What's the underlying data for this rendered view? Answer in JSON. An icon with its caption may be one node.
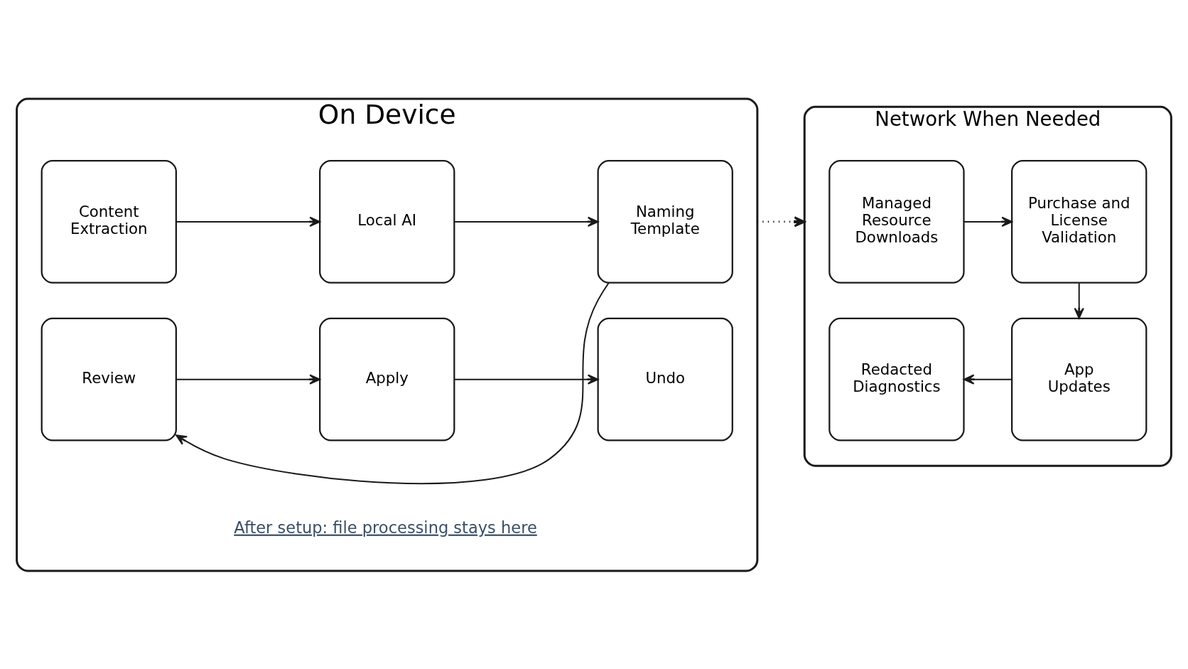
{
  "diagram": {
    "nodes": [
      {
        "text": [
          "On Device"
        ]
      },
      {
        "text": [
          "Content Extraction"
        ],
        "in": 0
      },
      {
        "text": [
          "Local AI"
        ],
        "in": 0
      },
      {
        "text": [
          "Naming Template"
        ],
        "in": 0
      },
      {
        "text": [
          "Review"
        ],
        "in": 0
      },
      {
        "text": [
          "Apply"
        ],
        "in": 0
      },
      {
        "text": [
          "Undo"
        ],
        "in": 0
      },
      {
        "text": [
          "Network When Needed"
        ]
      },
      {
        "text": [
          "Managed Resource Downloads"
        ],
        "in": 7
      },
      {
        "text": [
          "Purchase and License Validation"
        ],
        "in": 7
      },
      {
        "text": [
          "Redacted Diagnostics"
        ],
        "in": 7
      },
      {
        "text": [
          "App Updates"
        ],
        "in": 7
      }
    ],
    "edges": [
      {
        "from": 1,
        "to": 2,
        "arrow": "to"
      },
      {
        "from": 2,
        "to": 3,
        "arrow": "to"
      },
      {
        "from": 3,
        "to": 4,
        "arrow": "to"
      },
      {
        "from": 4,
        "to": 5,
        "arrow": "to"
      },
      {
        "from": 5,
        "to": 6,
        "arrow": "to"
      },
      {
        "from": 0,
        "to": 7,
        "arrow": "to",
        "style": "dashed"
      },
      {
        "from": 8,
        "to": 9,
        "arrow": "to"
      },
      {
        "from": 9,
        "to": 11,
        "arrow": "to"
      },
      {
        "from": 11,
        "to": 10,
        "arrow": "to"
      }
    ],
    "labels": [
      "After setup: file processing stays here"
    ]
  }
}
